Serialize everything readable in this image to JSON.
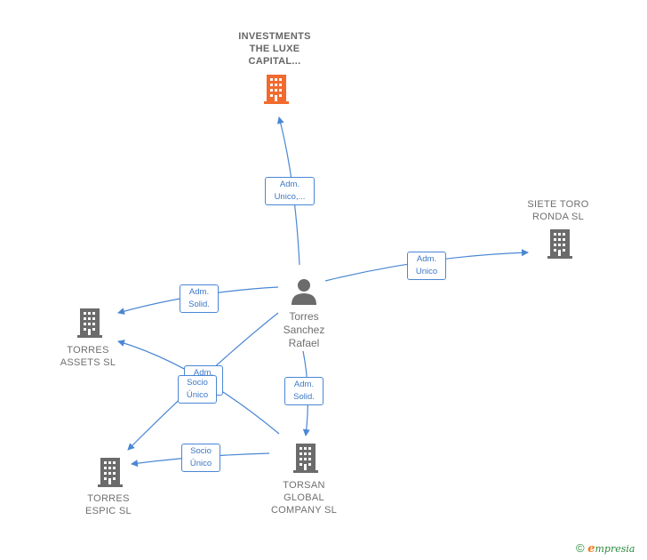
{
  "nodes": {
    "investments": {
      "label": "INVESTMENTS\nTHE LUXE\nCAPITAL..."
    },
    "siete_toro": {
      "label": "SIETE TORO\nRONDA  SL"
    },
    "torres_assets": {
      "label": "TORRES\nASSETS  SL"
    },
    "torres_espic": {
      "label": "TORRES\nESPIC SL"
    },
    "torsan": {
      "label": "TORSAN\nGLOBAL\nCOMPANY  SL"
    },
    "person": {
      "label": "Torres\nSanchez\nRafael"
    }
  },
  "edges": {
    "to_investments": "Adm.\nUnico,...",
    "to_siete_toro": "Adm.\nUnico",
    "to_torres_assets": "Adm.\nSolid.",
    "to_torsan": "Adm.\nSolid.",
    "hidden_behind": "Adm.",
    "torsan_to_assets": "Socio\nÚnico",
    "torsan_to_espic": "Socio\nÚnico"
  },
  "colors": {
    "edge": "#4a87d4",
    "main_company": "#f26a2e",
    "company": "#6b6b6b"
  },
  "footer": {
    "symbol": "©",
    "brand_first": "e",
    "brand_rest": "mpresia"
  }
}
